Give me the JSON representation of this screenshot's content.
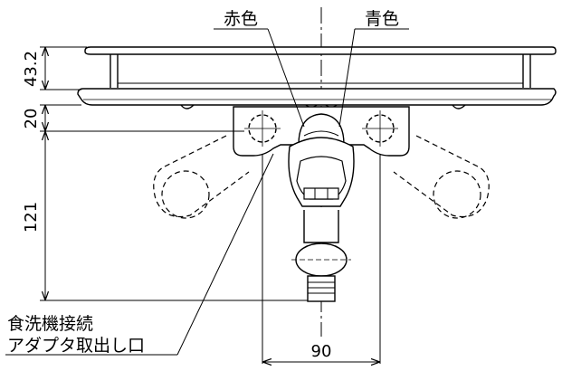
{
  "labels": {
    "red": "赤色",
    "blue": "青色",
    "outlet_line1": "食洗機接続",
    "outlet_line2": "アダプタ取出し口"
  },
  "dimensions": {
    "deck_plate": "43.2",
    "base": "20",
    "handle_axis": "121",
    "handle_span": "90"
  }
}
